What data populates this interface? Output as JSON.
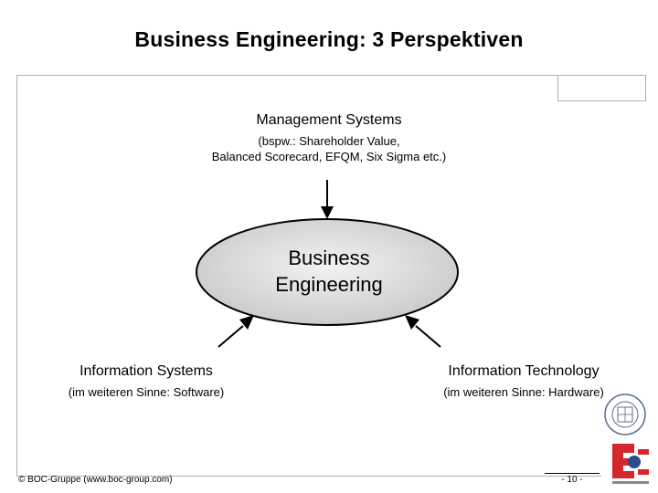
{
  "title": "Business Engineering: 3 Perspektiven",
  "top": {
    "heading": "Management Systems",
    "sub_line1": "(bspw.: Shareholder Value,",
    "sub_line2": "Balanced Scorecard, EFQM, Six Sigma etc.)"
  },
  "center": {
    "line1": "Business",
    "line2": "Engineering"
  },
  "left": {
    "heading": "Information Systems",
    "sub": "(im weiteren Sinne: Software)"
  },
  "right": {
    "heading": "Information Technology",
    "sub": "(im weiteren Sinne: Hardware)"
  },
  "footer": {
    "copyright": "© BOC-Gruppe  (www.boc-group.com)",
    "page": "- 10 -"
  },
  "colors": {
    "ellipse_fill": "#d9d9d9",
    "logo_red": "#d4262c"
  },
  "icons": {
    "seal": "university-seal-icon",
    "logo": "boc-logo-icon"
  }
}
